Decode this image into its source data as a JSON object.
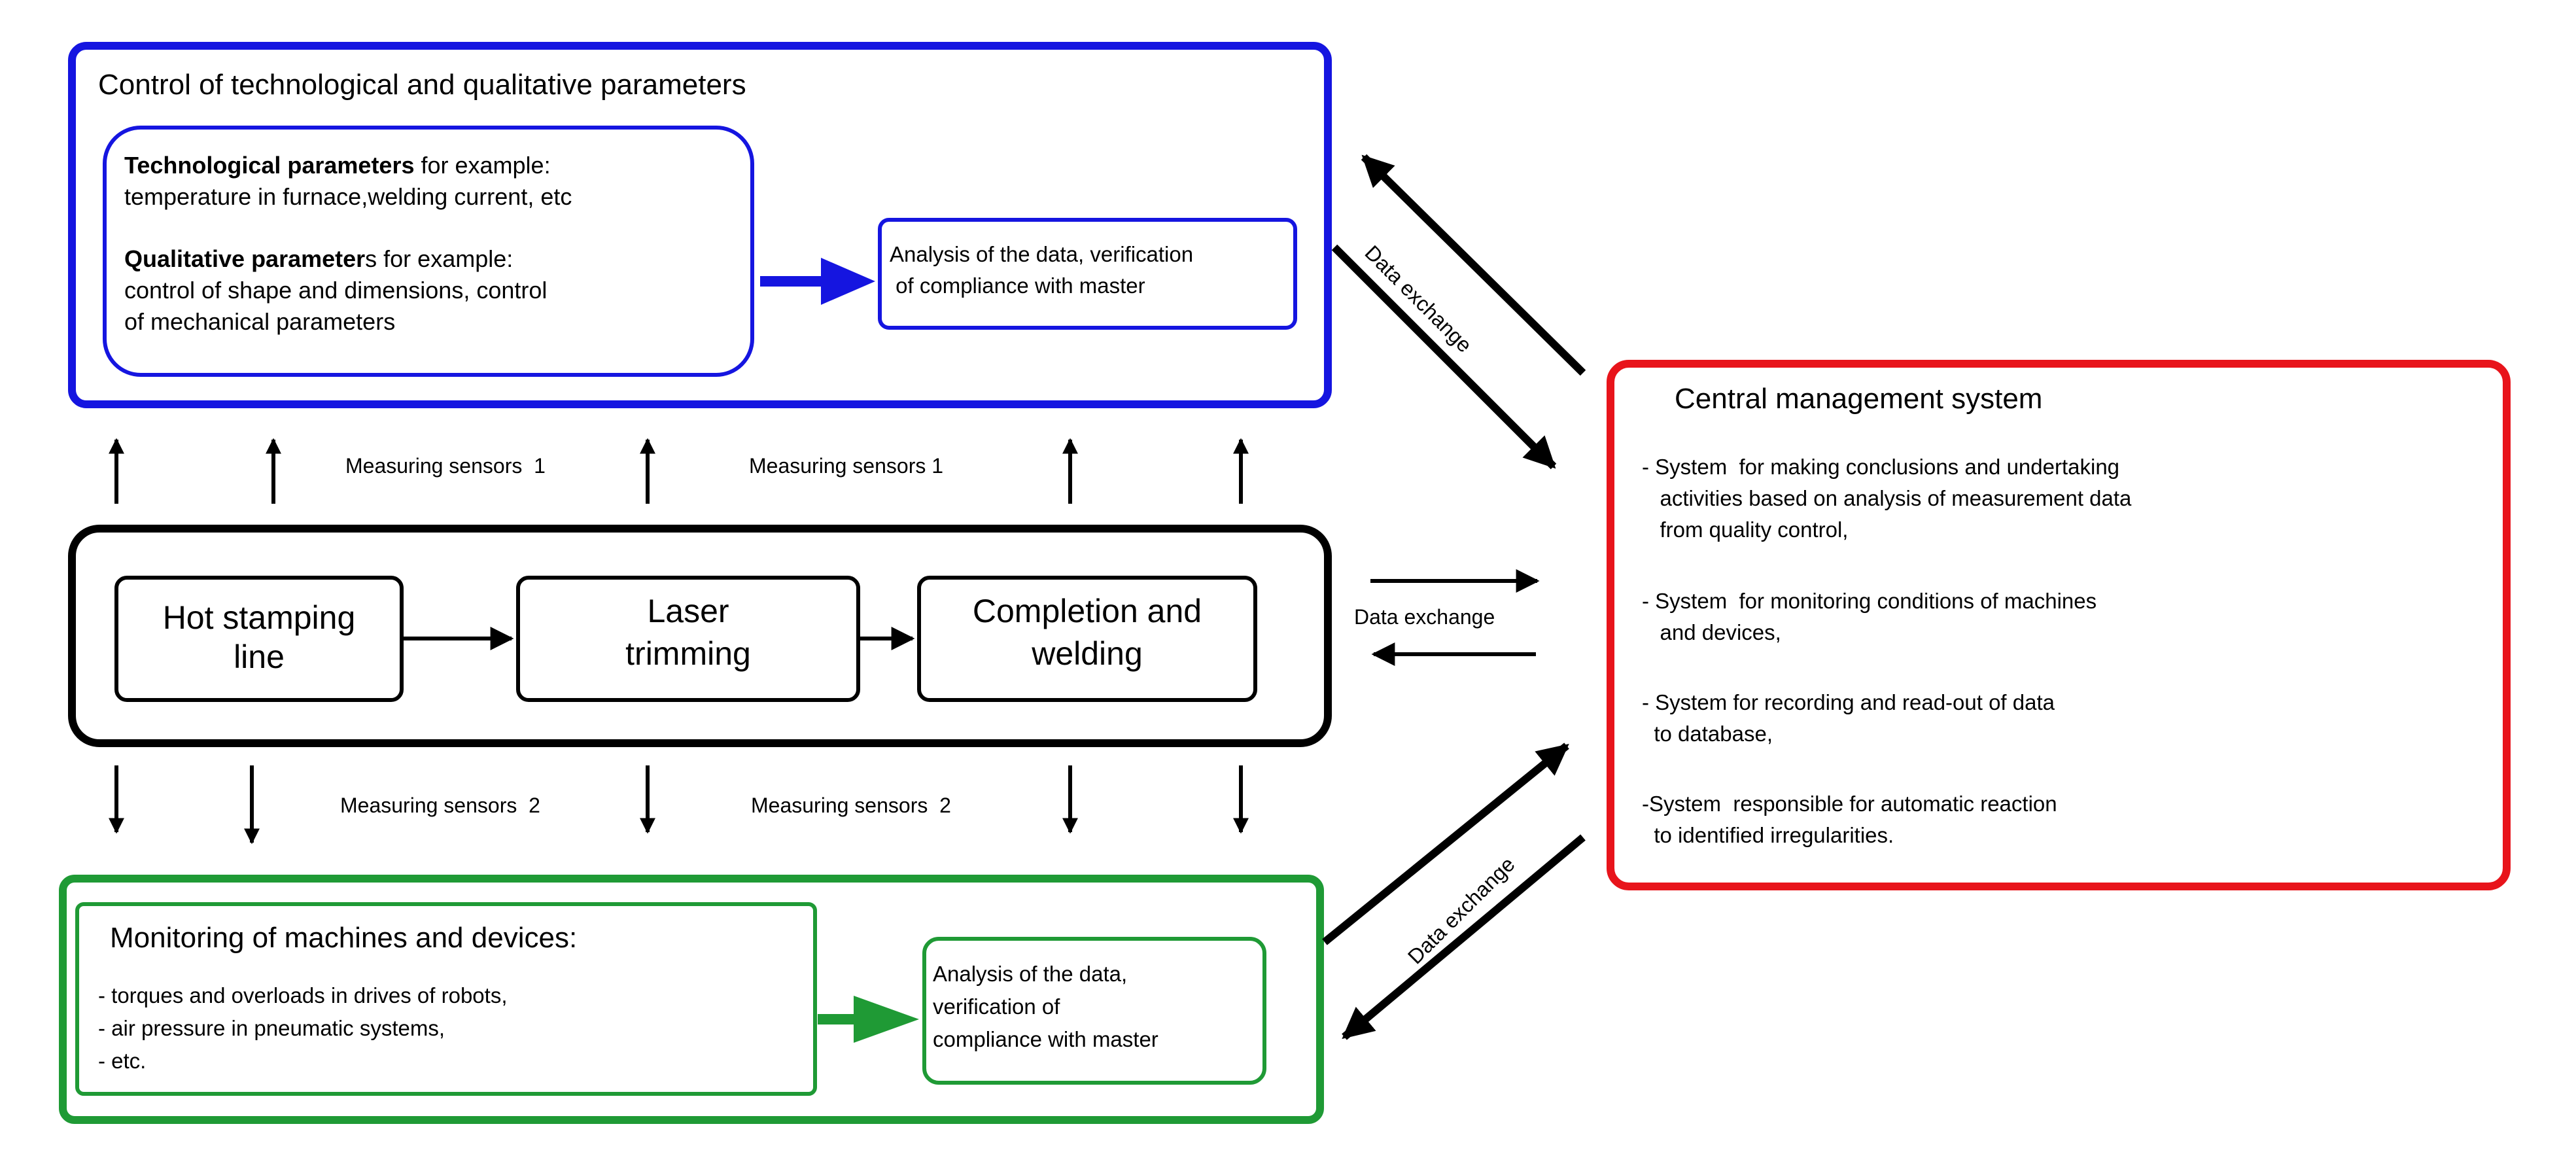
{
  "control": {
    "title": "Control of technological and qualitative parameters",
    "tech_bold": "Technological parameters",
    "tech_rest": " for example:",
    "tech_line2": "temperature in furnace,welding current, etc",
    "qual_bold": "Qualitative parameter",
    "qual_rest": "s for example:",
    "qual_line2": "control of shape and dimensions, control",
    "qual_line3": "of mechanical parameters",
    "analysis_line1": "Analysis of the data, verification",
    "analysis_line2": " of compliance with master"
  },
  "sensors": {
    "top_left": "Measuring sensors  1",
    "top_right": "Measuring sensors 1",
    "bottom_left": "Measuring sensors  2",
    "bottom_right": "Measuring sensors  2"
  },
  "process": {
    "step1_line1": "Hot stamping",
    "step1_line2": "line",
    "step2_line1": "Laser",
    "step2_line2": "trimming",
    "step3_line1": "Completion and",
    "step3_line2": "welding"
  },
  "monitoring": {
    "title": "Monitoring of machines and devices:",
    "item1": "- torques and overloads in drives of robots,",
    "item2": "- air pressure in pneumatic systems,",
    "item3": "- etc.",
    "analysis_line1": "Analysis of the data,",
    "analysis_line2": "verification of",
    "analysis_line3": "compliance with master"
  },
  "central": {
    "title": "Central management system",
    "i1_l1": "- System  for making conclusions and undertaking",
    "i1_l2": "   activities based on analysis of measurement data",
    "i1_l3": "   from quality control,",
    "i2_l1": "- System  for monitoring conditions of machines",
    "i2_l2": "   and devices,",
    "i3_l1": "- System for recording and read-out of data",
    "i3_l2": "  to database,",
    "i4_l1": "-System  responsible for automatic reaction",
    "i4_l2": "  to identified irregularities."
  },
  "exchange": {
    "top": "Data exchange",
    "middle": "Data exchange",
    "bottom": "Data exchange"
  },
  "colors": {
    "control": "#1515e0",
    "monitoring": "#1f9a35",
    "central": "#e8141b",
    "process": "#000000"
  }
}
